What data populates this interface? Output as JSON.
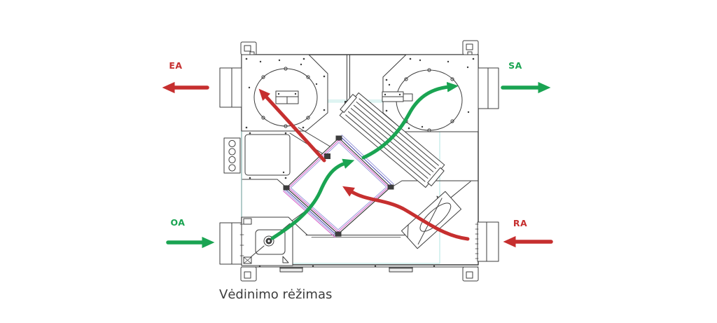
{
  "caption": {
    "text": "Vėdinimo rėžimas"
  },
  "ports": {
    "ea": {
      "label": "EA",
      "color": "#c62f2f",
      "direction": "left"
    },
    "sa": {
      "label": "SA",
      "color": "#1aa452",
      "direction": "right"
    },
    "oa": {
      "label": "OA",
      "color": "#1aa452",
      "direction": "right"
    },
    "ra": {
      "label": "RA",
      "color": "#c62f2f",
      "direction": "left"
    }
  },
  "colors": {
    "red_flow": "#c62f2f",
    "green_flow": "#1aa452",
    "line": "#3d3d3d",
    "cyan_guide": "#b2e6e2",
    "magenta": "#d55ac8",
    "blue": "#4747b0",
    "periwinkle": "#9b9bdc",
    "caption_text": "#3c3c3c"
  }
}
